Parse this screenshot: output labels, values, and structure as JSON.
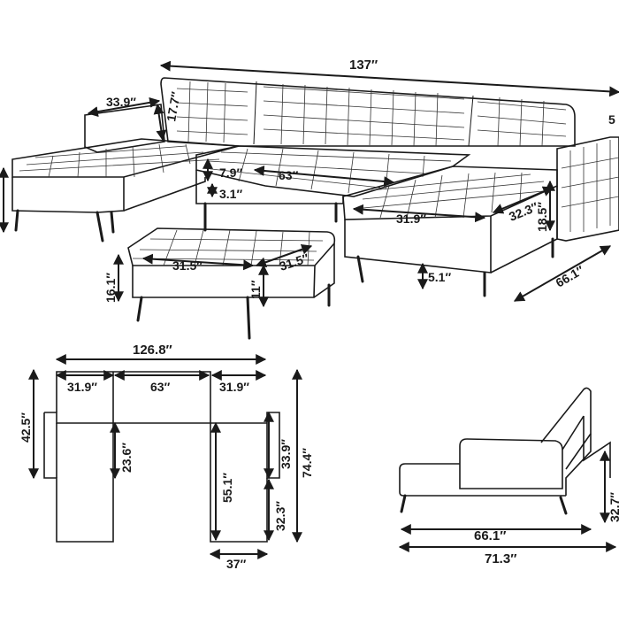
{
  "dimensions": {
    "overall_width": "137″",
    "chaise_depth": "33.9″",
    "back_height": "17.7″",
    "seat_cushion": "7.9″",
    "center_width": "63″",
    "seat_base": "3.1″",
    "chaise_width": "31.9″",
    "chaise_length": "32.3″",
    "arm_height": "18.5″",
    "leg_height": "5.1″",
    "overall_depth": "66.1″",
    "ottoman_width": "31.5″",
    "ottoman_depth": "31.5″",
    "ottoman_total_height": "16.1″",
    "ottoman_leg_height": "11″",
    "edge_cut": "5",
    "top_total": "126.8″",
    "top_left": "31.9″",
    "top_center": "63″",
    "top_right": "31.9″",
    "top_back_depth": "42.5″",
    "top_inner": "23.6″",
    "top_chaise_inner": "55.1″",
    "top_ottoman_depth": "33.9″",
    "top_ottoman_lower": "32.3″",
    "top_total_depth": "74.4″",
    "top_chaise_width": "37″",
    "side_height": "32.7″",
    "side_seat_depth": "66.1″",
    "side_bed_length": "71.3″"
  },
  "line_color": "#1a1a1a",
  "background": "#ffffff"
}
